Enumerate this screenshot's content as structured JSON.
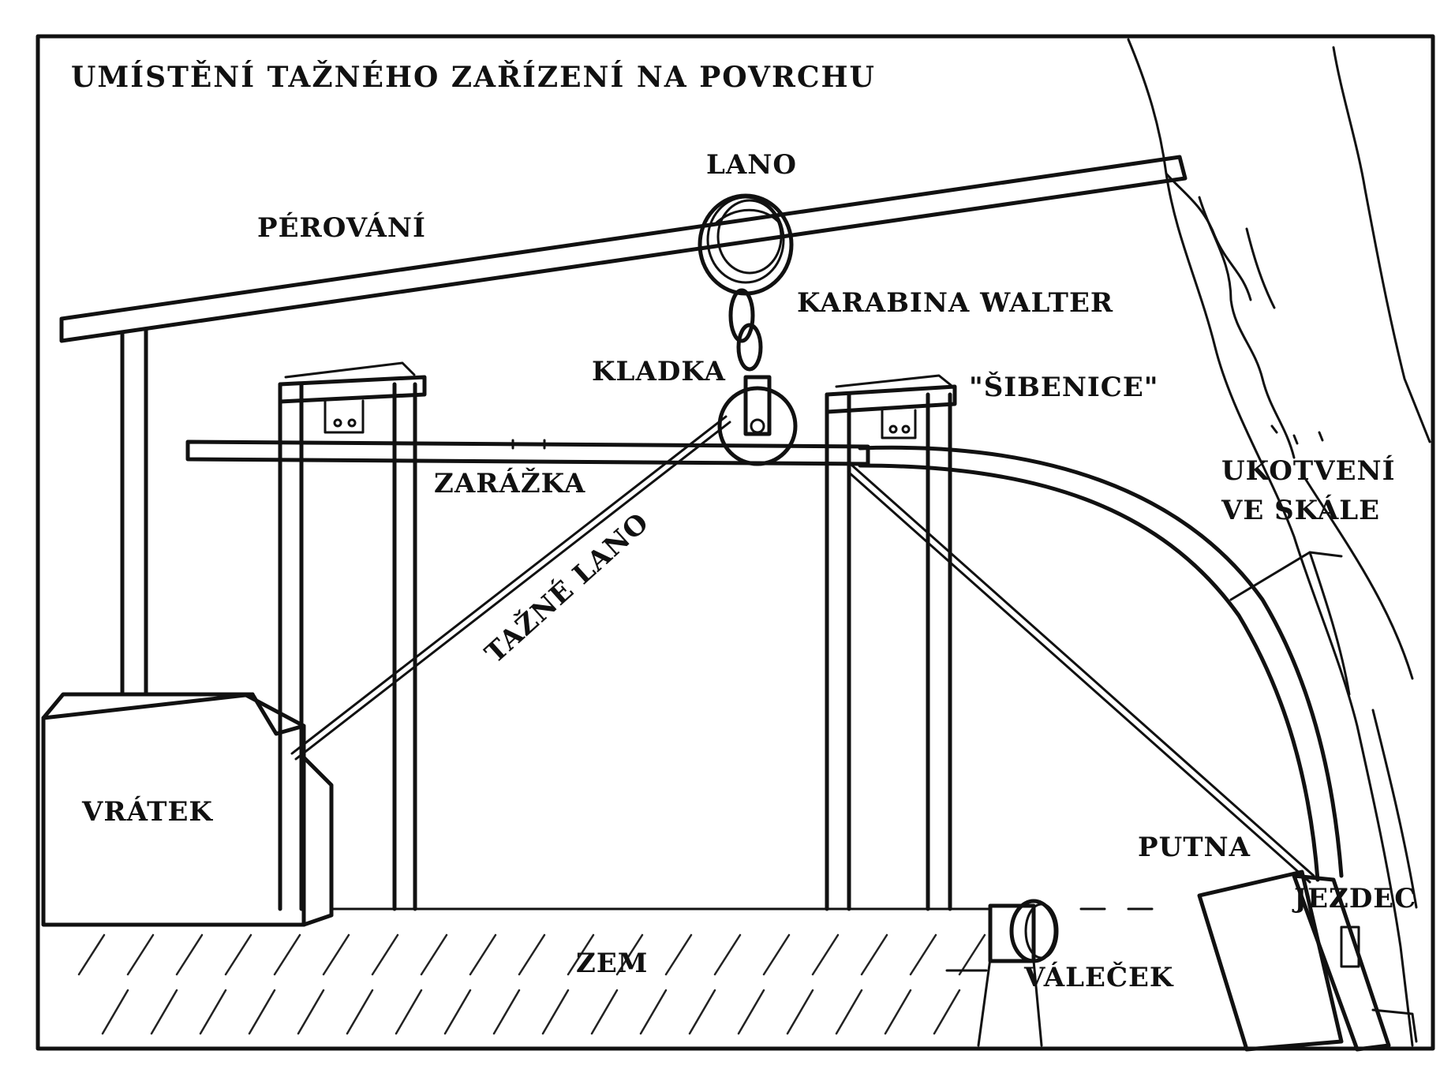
{
  "title": "UMÍSTĚNÍ TAŽNÉHO ZAŘÍZENÍ NA POVRCHU",
  "labels": {
    "lano": "LANO",
    "perovani": "PÉROVÁNÍ",
    "karabina": "KARABINA WALTER",
    "kladka": "KLADKA",
    "sibenice": "\"ŠIBENICE\"",
    "zarazka": "ZARÁŽKA",
    "ukotveni_1": "UKOTVENÍ",
    "ukotveni_2": "VE SKÁLE",
    "tazne_lano": "TAŽNÉ LANO",
    "vratek": "VRÁTEK",
    "putna": "PUTNA",
    "jezdec": "JEZDEC",
    "zem": "ZEM",
    "valecek": "VÁLEČEK"
  }
}
